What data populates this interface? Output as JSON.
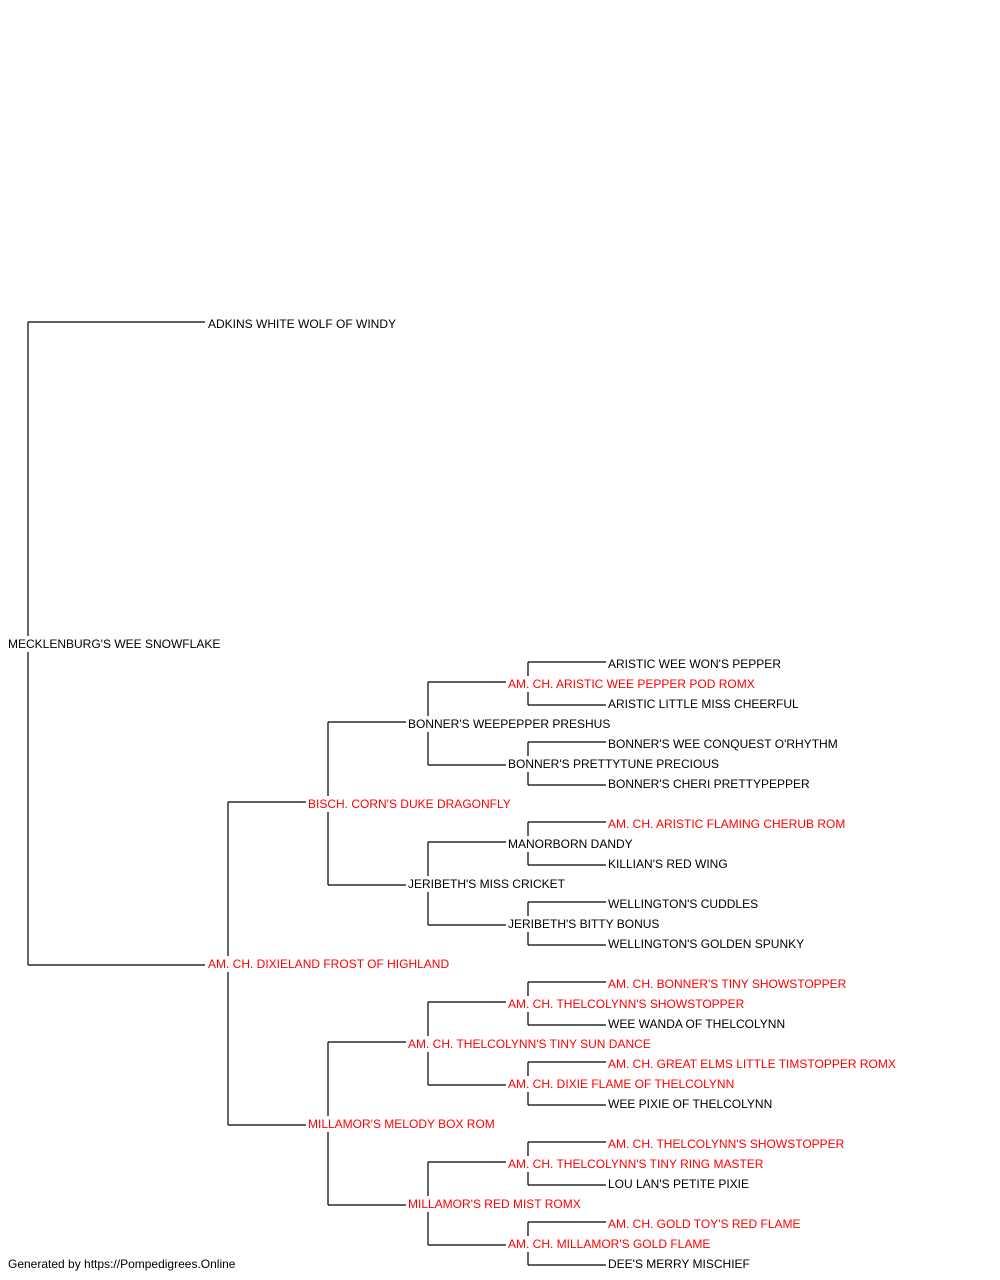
{
  "footer": "Generated by https://Pompedigrees.Online",
  "colors": {
    "titled": "#ff0000",
    "untitled": "#000000",
    "line": "#000000"
  },
  "pedigree": {
    "name": "MECKLENBURG'S WEE SNOWFLAKE",
    "titled": false,
    "sire": {
      "name": "ADKINS WHITE WOLF OF WINDY",
      "titled": false
    },
    "dam": {
      "name": "AM. CH. DIXIELAND FROST OF HIGHLAND",
      "titled": true,
      "sire": {
        "name": "BISCH. CORN'S DUKE DRAGONFLY",
        "titled": true,
        "sire": {
          "name": "BONNER'S WEEPEPPER PRESHUS",
          "titled": false,
          "sire": {
            "name": "AM. CH. ARISTIC WEE PEPPER POD ROMX",
            "titled": true,
            "sire": {
              "name": "ARISTIC WEE WON'S PEPPER",
              "titled": false
            },
            "dam": {
              "name": "ARISTIC LITTLE MISS CHEERFUL",
              "titled": false
            }
          },
          "dam": {
            "name": "BONNER'S PRETTYTUNE PRECIOUS",
            "titled": false,
            "sire": {
              "name": "BONNER'S WEE CONQUEST O'RHYTHM",
              "titled": false
            },
            "dam": {
              "name": "BONNER'S CHERI PRETTYPEPPER",
              "titled": false
            }
          }
        },
        "dam": {
          "name": "JERIBETH'S MISS CRICKET",
          "titled": false,
          "sire": {
            "name": "MANORBORN DANDY",
            "titled": false,
            "sire": {
              "name": "AM. CH. ARISTIC FLAMING CHERUB ROM",
              "titled": true
            },
            "dam": {
              "name": "KILLIAN'S RED WING",
              "titled": false
            }
          },
          "dam": {
            "name": "JERIBETH'S BITTY BONUS",
            "titled": false,
            "sire": {
              "name": "WELLINGTON'S CUDDLES",
              "titled": false
            },
            "dam": {
              "name": "WELLINGTON'S GOLDEN SPUNKY",
              "titled": false
            }
          }
        }
      },
      "dam": {
        "name": "MILLAMOR'S MELODY BOX ROM",
        "titled": true,
        "sire": {
          "name": "AM. CH. THELCOLYNN'S TINY SUN DANCE",
          "titled": true,
          "sire": {
            "name": "AM. CH. THELCOLYNN'S SHOWSTOPPER",
            "titled": true,
            "sire": {
              "name": "AM. CH. BONNER'S TINY SHOWSTOPPER",
              "titled": true
            },
            "dam": {
              "name": "WEE WANDA OF THELCOLYNN",
              "titled": false
            }
          },
          "dam": {
            "name": "AM. CH. DIXIE FLAME OF THELCOLYNN",
            "titled": true,
            "sire": {
              "name": "AM. CH. GREAT ELMS LITTLE TIMSTOPPER ROMX",
              "titled": true
            },
            "dam": {
              "name": "WEE PIXIE OF THELCOLYNN",
              "titled": false
            }
          }
        },
        "dam": {
          "name": "MILLAMOR'S RED MIST ROMX",
          "titled": true,
          "sire": {
            "name": "AM. CH. THELCOLYNN'S TINY RING MASTER",
            "titled": true,
            "sire": {
              "name": "AM. CH. THELCOLYNN'S SHOWSTOPPER",
              "titled": true
            },
            "dam": {
              "name": "LOU LAN'S PETITE PIXIE",
              "titled": false
            }
          },
          "dam": {
            "name": "AM. CH. MILLAMOR'S GOLD FLAME",
            "titled": true,
            "sire": {
              "name": "AM. CH. GOLD TOY'S RED FLAME",
              "titled": true
            },
            "dam": {
              "name": "DEE'S MERRY MISCHIEF",
              "titled": false
            }
          }
        }
      }
    }
  }
}
